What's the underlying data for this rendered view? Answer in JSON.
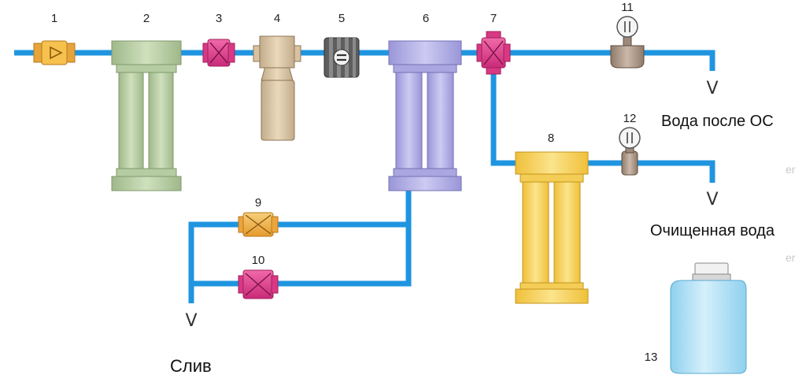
{
  "diagram": {
    "component_numbers": {
      "n1": "1",
      "n2": "2",
      "n3": "3",
      "n4": "4",
      "n5": "5",
      "n6": "6",
      "n7": "7",
      "n8": "8",
      "n9": "9",
      "n10": "10",
      "n11": "11",
      "n12": "12",
      "n13": "13"
    },
    "labels": {
      "ro_water": "Вода после ОС",
      "purified_water": "Очищенная вода",
      "drain": "Слив"
    },
    "outlet_symbol": "V",
    "colors": {
      "pipe": "#1f95e0",
      "prefilter_green": "#b9cfa5",
      "membrane_purple": "#b3b0e3",
      "postfilter_yellow": "#f6d35a",
      "valve_magenta": "#e23c8f",
      "valve_orange": "#f2b04a",
      "tank_light_blue": "#aee0f5"
    }
  }
}
